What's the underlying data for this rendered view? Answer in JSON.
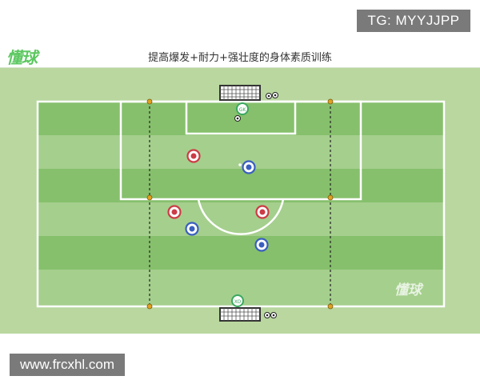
{
  "watermark_tg": "TG: MYYJJPP",
  "logo_text": "懂球",
  "title": "提高爆发+耐力+强壮度的身体素质训练",
  "gk_label": "GK",
  "gk2_label": "XO",
  "field_watermark": "懂球",
  "site_url": "www.frcxhl.com",
  "colors": {
    "grass_light": "#b9d79f",
    "stripe_dark": "#86c06c",
    "stripe_light": "#a5cf8d",
    "red_player": "#cc3c46",
    "blue_player": "#3a5fbf",
    "cone": "#e0a020",
    "logo_green": "#5cc860"
  }
}
